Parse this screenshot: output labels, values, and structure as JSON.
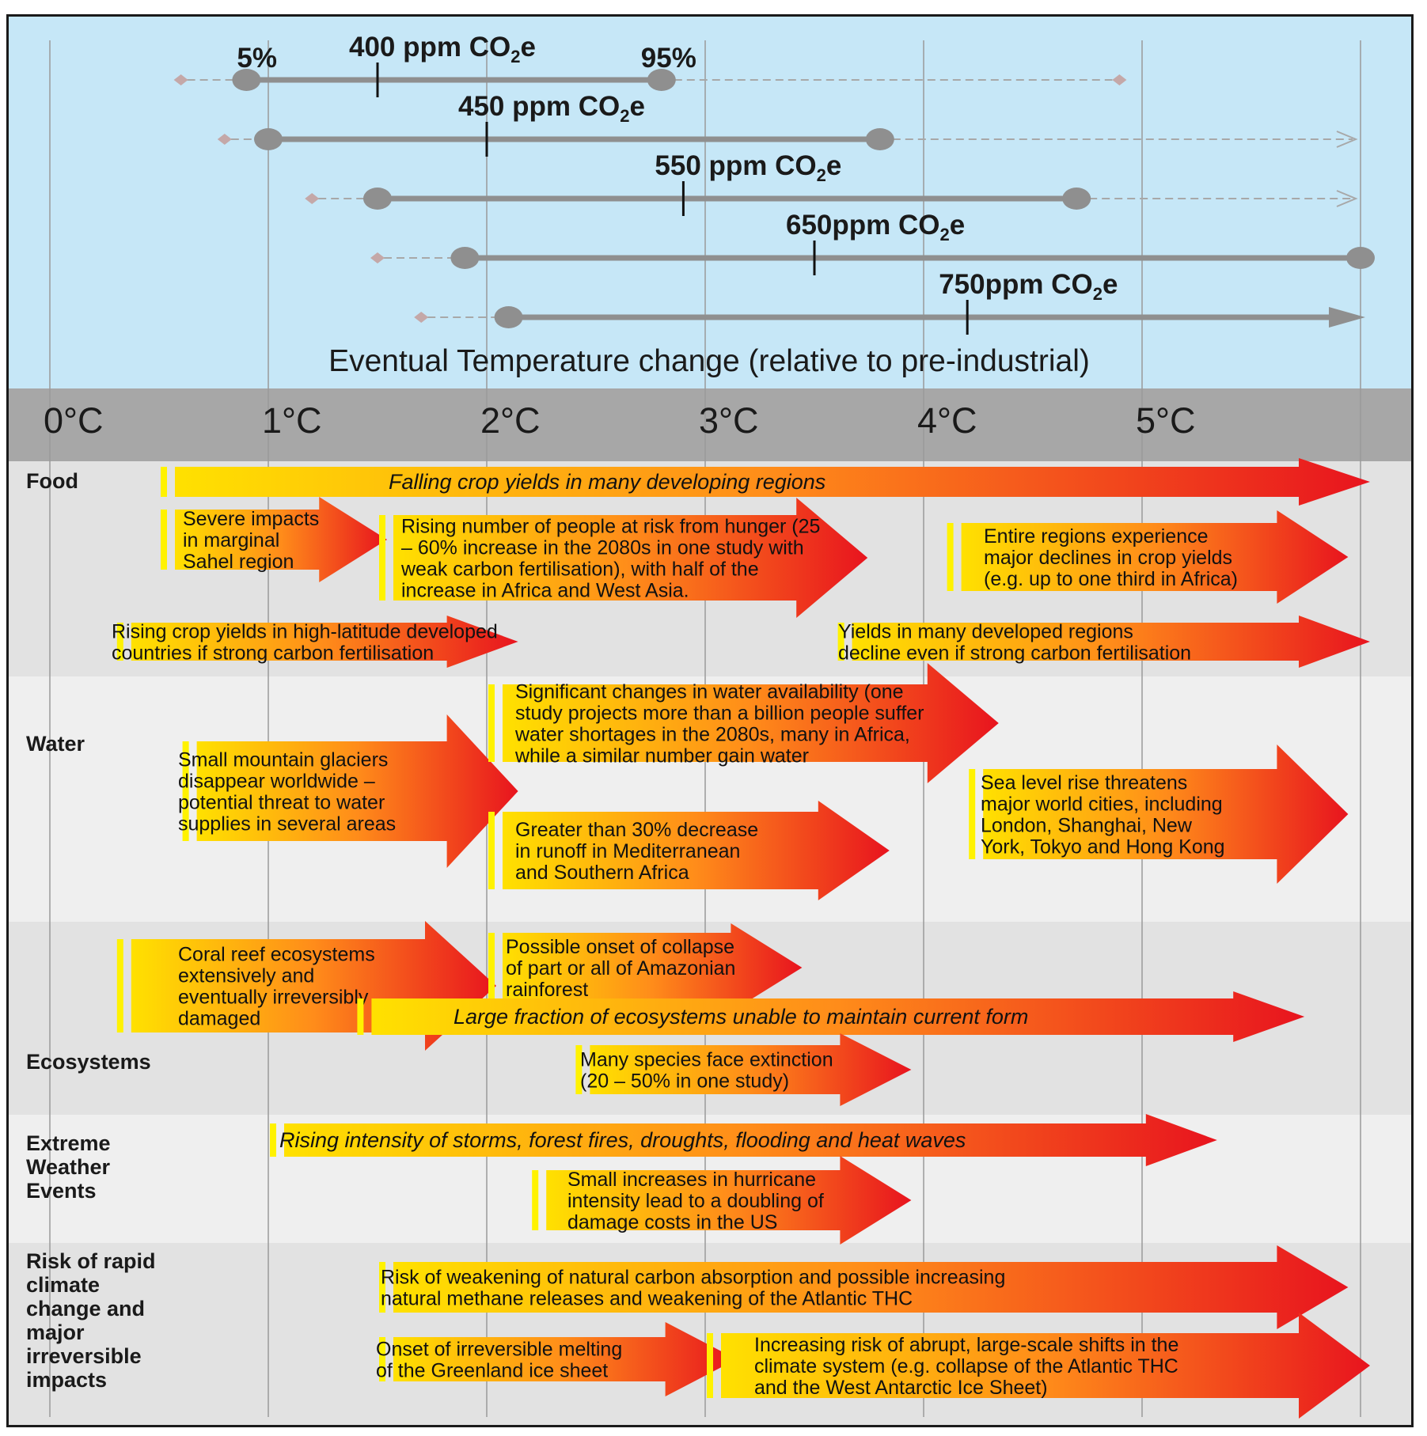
{
  "chart_data": {
    "type": "range",
    "xlabel": "Eventual Temperature change (relative to pre-industrial)",
    "x_ticks": [
      "0°C",
      "1°C",
      "2°C",
      "3°C",
      "4°C",
      "5°C"
    ],
    "xlim": [
      0,
      6
    ],
    "scale_labels": {
      "low": "5%",
      "high": "95%"
    },
    "series": [
      {
        "name_main": "400 ppm CO",
        "name_sub": "2",
        "name_tail": "e",
        "p5": 0.9,
        "central": 1.5,
        "p95": 2.8,
        "min": 0.6,
        "max": 4.9,
        "open_ended": false
      },
      {
        "name_main": "450 ppm CO",
        "name_sub": "2",
        "name_tail": "e",
        "p5": 1.0,
        "central": 2.0,
        "p95": 3.8,
        "min": 0.8,
        "max": 6.0,
        "open_ended": true
      },
      {
        "name_main": "550 ppm CO",
        "name_sub": "2",
        "name_tail": "e",
        "p5": 1.5,
        "central": 2.9,
        "p95": 4.7,
        "min": 1.2,
        "max": 6.0,
        "open_ended": true
      },
      {
        "name_main": "650ppm CO",
        "name_sub": "2",
        "name_tail": "e",
        "p5": 1.9,
        "central": 3.5,
        "p95": 6.0,
        "min": 1.5,
        "max": 6.0,
        "open_ended": false
      },
      {
        "name_main": "750ppm CO",
        "name_sub": "2",
        "name_tail": "e",
        "p5": 2.1,
        "central": 4.2,
        "p95": 6.0,
        "min": 1.7,
        "max": 6.0,
        "open_ended": true
      }
    ]
  },
  "categories": [
    {
      "id": "food",
      "lines": [
        "Food"
      ]
    },
    {
      "id": "water",
      "lines": [
        "Water"
      ]
    },
    {
      "id": "ecosystems",
      "lines": [
        "Ecosystems"
      ]
    },
    {
      "id": "extreme-weather",
      "lines": [
        "Extreme",
        "Weather",
        "Events"
      ]
    },
    {
      "id": "rapid-change",
      "lines": [
        "Risk of rapid",
        "climate",
        "change and",
        "major",
        "irreversible",
        "impacts"
      ]
    }
  ],
  "impacts": [
    {
      "category": "food",
      "start": 0.5,
      "end": 6.0,
      "italic": true,
      "lines": [
        "Falling crop yields in many developing regions"
      ]
    },
    {
      "category": "food",
      "start": 0.5,
      "end": 1.5,
      "italic": false,
      "lines": [
        "Severe impacts",
        "in marginal",
        "Sahel region"
      ]
    },
    {
      "category": "food",
      "start": 1.5,
      "end": 3.7,
      "italic": false,
      "lines": [
        "Rising number of people at risk from hunger (25",
        "– 60% increase in the 2080s in one study with",
        "weak carbon fertilisation), with half of the",
        "increase in Africa and West Asia."
      ]
    },
    {
      "category": "food",
      "start": 4.1,
      "end": 5.9,
      "italic": false,
      "lines": [
        "Entire regions experience",
        "major declines in crop yields",
        "(e.g. up to one third in Africa)"
      ]
    },
    {
      "category": "food",
      "start": 0.3,
      "end": 2.1,
      "italic": false,
      "lines": [
        "Rising crop yields in high-latitude developed",
        "countries if strong carbon fertilisation"
      ]
    },
    {
      "category": "food",
      "start": 3.6,
      "end": 6.0,
      "italic": false,
      "lines": [
        "Yields in many developed regions",
        "decline even if strong carbon fertilisation"
      ]
    },
    {
      "category": "water",
      "start": 0.6,
      "end": 2.1,
      "italic": false,
      "lines": [
        "Small mountain glaciers",
        "disappear worldwide –",
        "potential threat to water",
        "supplies in several areas"
      ]
    },
    {
      "category": "water",
      "start": 2.0,
      "end": 4.3,
      "italic": false,
      "lines": [
        "Significant changes in water availability (one",
        "study projects more than a billion people suffer",
        "water shortages in the 2080s, many in Africa,",
        "while a similar number gain water"
      ]
    },
    {
      "category": "water",
      "start": 2.0,
      "end": 3.8,
      "italic": false,
      "lines": [
        "Greater than 30% decrease",
        "in runoff in Mediterranean",
        "and Southern Africa"
      ]
    },
    {
      "category": "water",
      "start": 4.2,
      "end": 5.9,
      "italic": false,
      "lines": [
        "Sea level rise threatens",
        "major world cities, including",
        "London, Shanghai, New",
        "York, Tokyo and Hong Kong"
      ]
    },
    {
      "category": "ecosystems",
      "start": 0.3,
      "end": 2.0,
      "italic": false,
      "lines": [
        "Coral reef ecosystems",
        "extensively and",
        "eventually irreversibly",
        "damaged"
      ]
    },
    {
      "category": "ecosystems",
      "start": 2.0,
      "end": 3.4,
      "italic": false,
      "lines": [
        "Possible onset of collapse",
        "of part or all of Amazonian",
        "rainforest"
      ]
    },
    {
      "category": "ecosystems",
      "start": 1.4,
      "end": 5.7,
      "italic": true,
      "lines": [
        "Large fraction of ecosystems unable to maintain current form"
      ]
    },
    {
      "category": "ecosystems",
      "start": 2.4,
      "end": 3.9,
      "italic": false,
      "lines": [
        "Many species face extinction",
        "(20 – 50% in one study)"
      ]
    },
    {
      "category": "extreme-weather",
      "start": 1.0,
      "end": 5.3,
      "italic": true,
      "lines": [
        "Rising intensity of storms, forest fires, droughts, flooding and heat waves"
      ]
    },
    {
      "category": "extreme-weather",
      "start": 2.2,
      "end": 3.9,
      "italic": false,
      "lines": [
        "Small increases in hurricane",
        "intensity lead to a doubling of",
        "damage costs in the US"
      ]
    },
    {
      "category": "rapid-change",
      "start": 1.5,
      "end": 5.9,
      "italic": false,
      "lines": [
        "Risk of weakening of natural carbon absorption and possible increasing",
        "natural methane releases and weakening of the Atlantic THC"
      ]
    },
    {
      "category": "rapid-change",
      "start": 1.5,
      "end": 3.1,
      "italic": false,
      "lines": [
        "Onset of irreversible melting",
        "of the Greenland ice sheet"
      ]
    },
    {
      "category": "rapid-change",
      "start": 3.0,
      "end": 6.0,
      "italic": false,
      "lines": [
        "Increasing risk of abrupt, large-scale shifts in the",
        "climate system (e.g. collapse of the Atlantic THC",
        "and the West Antarctic Ice Sheet)"
      ]
    }
  ],
  "colors": {
    "top_bg": "#c6e7f7",
    "axis_band": "#a7a7a7",
    "row_dark": "#e2e2e2",
    "row_light": "#efefef",
    "range_bar": "#8f8f8f",
    "arrow_start": "#ffe100",
    "arrow_mid": "#ff8c1a",
    "arrow_end": "#e8141e",
    "highlight": "#fff200"
  }
}
